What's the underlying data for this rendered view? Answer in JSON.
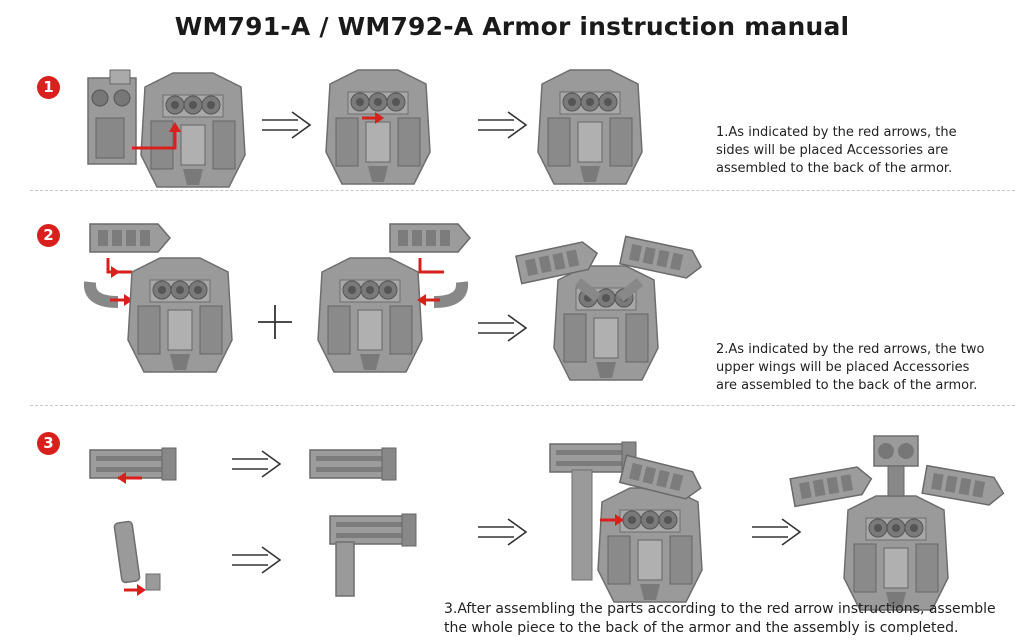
{
  "title": "WM791-A / WM792-A  Armor instruction manual",
  "steps": [
    {
      "badge": "1",
      "lines": [
        "1.As indicated by the red arrows, the",
        "sides will be placed Accessories are",
        "assembled to the back of the armor."
      ]
    },
    {
      "badge": "2",
      "lines": [
        "2.As indicated by the red arrows, the two",
        "upper wings will be placed Accessories",
        "are assembled to the back of the armor."
      ]
    },
    {
      "badge": "3",
      "lines": [
        "3.After assembling the parts according to the red arrow instructions, assemble",
        "the whole piece to the back of the armor and the assembly is completed."
      ]
    }
  ],
  "colors": {
    "accent": "#d9201c",
    "part": "#9a9a9a",
    "part_dark": "#6e6e6e",
    "part_light": "#b8b8b8"
  }
}
